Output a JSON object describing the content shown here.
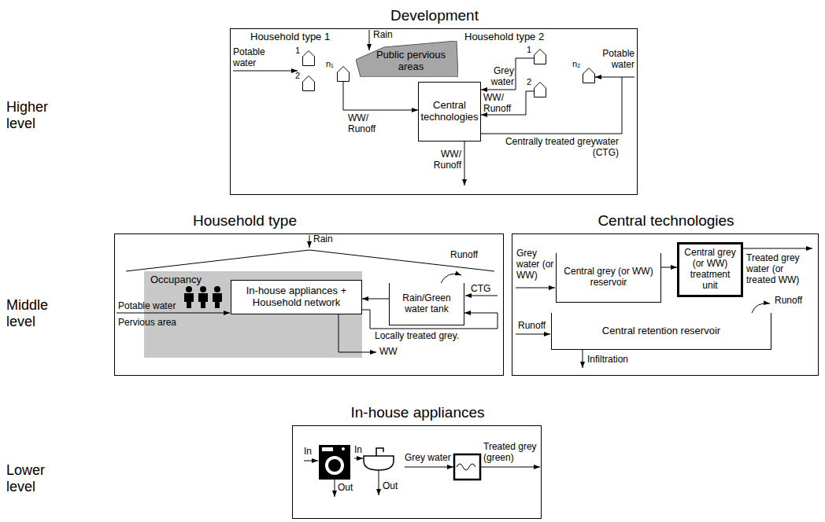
{
  "diagram": {
    "nodes": [
      {
        "text": [
          "Development"
        ]
      },
      {
        "text": [
          "Public pervious areas"
        ],
        "in": 0
      },
      {
        "text": [
          "1"
        ],
        "in": 0
      },
      {
        "text": [
          "2"
        ],
        "in": 0
      },
      {
        "text": [
          "n₁"
        ],
        "in": 0
      },
      {
        "text": [
          "Central technologies"
        ],
        "in": 0
      },
      {
        "text": [
          "1"
        ],
        "in": 0
      },
      {
        "text": [
          "2"
        ],
        "in": 0
      },
      {
        "text": [
          "n₂"
        ],
        "in": 0
      },
      {
        "text": [
          "Household type"
        ]
      },
      {
        "text": [
          "Occupancy"
        ],
        "in": 9
      },
      {
        "text": [
          "In-house appliances + Household network"
        ],
        "in": 10
      },
      {
        "text": [
          "Rain/Green water tank"
        ],
        "in": 9
      },
      {
        "text": [
          "Central technologies"
        ]
      },
      {
        "text": [
          "Central grey (or WW) reservoir"
        ],
        "in": 13
      },
      {
        "text": [
          "Central grey (or WW) treatment unit"
        ],
        "in": 13
      },
      {
        "text": [
          "Central retention reservoir"
        ],
        "in": 13
      },
      {
        "text": [
          "In-house appliances"
        ]
      }
    ],
    "edges": [
      {
        "from": 4,
        "to": 5,
        "arrow": "to",
        "label": "WW/ Runoff"
      },
      {
        "from": 6,
        "to": 5,
        "arrow": "to",
        "label": "Grey water"
      },
      {
        "from": 7,
        "to": 5,
        "arrow": "to",
        "label": "WW/ Runoff"
      },
      {
        "from": 5,
        "to": 8,
        "arrow": "to",
        "label": "Centrally treated greywater (CTG)"
      },
      {
        "from": 12,
        "to": 11,
        "arrow": "to"
      },
      {
        "from": 11,
        "to": 12,
        "arrow": "to",
        "label": "Locally treated grey."
      },
      {
        "from": 14,
        "to": 15,
        "arrow": "to"
      }
    ],
    "labels": [
      "Higher level",
      "Rain",
      "Household type 1",
      "Potable water",
      "Household type 2",
      "Potable water",
      "WW/ Runoff",
      "Middle level",
      "Rain",
      "Potable water",
      "Pervious area",
      "WW",
      "Runoff",
      "CTG",
      "Grey water (or WW)",
      "Treated grey water (or treated WW)",
      "Runoff",
      "Runoff",
      "Infiltration",
      "Lower level",
      "In",
      "Out",
      "In",
      "Out",
      "Grey water",
      "Treated grey (green)"
    ]
  }
}
